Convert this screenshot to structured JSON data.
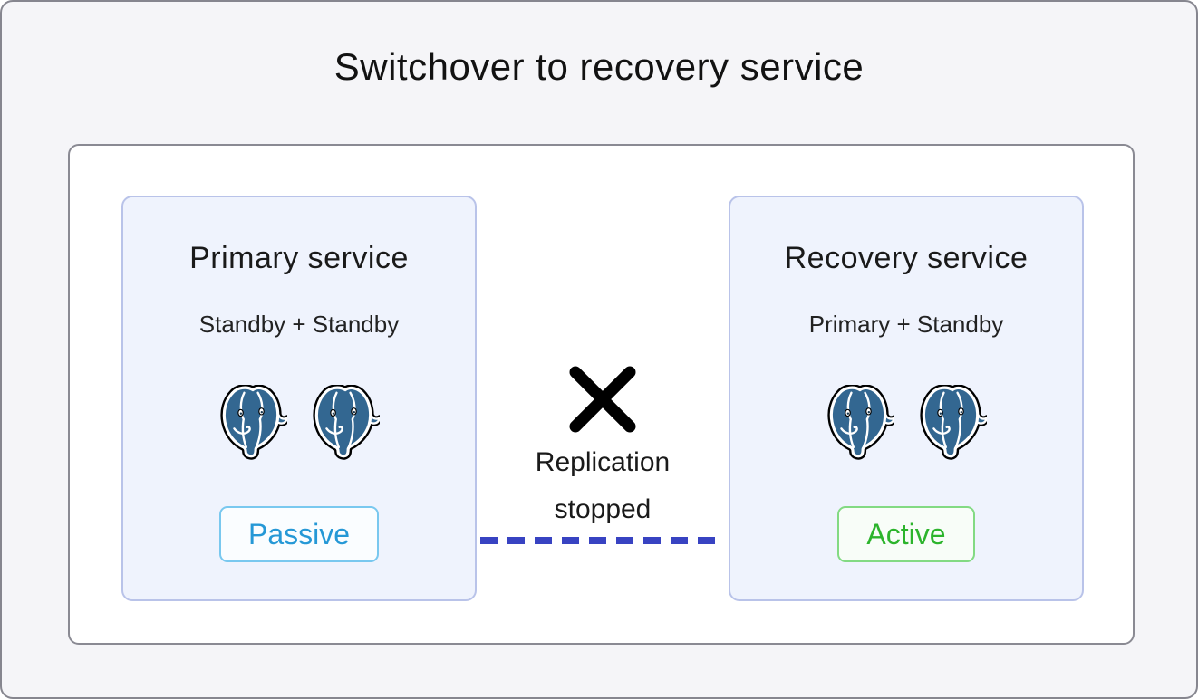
{
  "title": "Switchover to recovery service",
  "panel": {
    "services": [
      {
        "name": "Primary service",
        "composition": "Standby + Standby",
        "status": {
          "label": "Passive",
          "kind": "passive"
        },
        "node_count": 2,
        "node_icon": "postgresql-elephant-icon"
      },
      {
        "name": "Recovery service",
        "composition": "Primary + Standby",
        "status": {
          "label": "Active",
          "kind": "active"
        },
        "node_count": 2,
        "node_icon": "postgresql-elephant-icon"
      }
    ],
    "connector": {
      "label": "Replication stopped",
      "line_style": "dashed",
      "line_color": "#3843c2",
      "x_mark_color": "#000000"
    }
  },
  "colors": {
    "frame_background": "#f5f5f8",
    "frame_border": "#86868f",
    "panel_background": "#ffffff",
    "panel_border": "#8a8a93",
    "card_background": "#eff3fd",
    "card_border": "#b9c3e9",
    "passive_text": "#2598d6",
    "passive_border": "#79c8ef",
    "active_text": "#2cb42c",
    "active_border": "#83da83",
    "postgres_blue": "#336791"
  }
}
